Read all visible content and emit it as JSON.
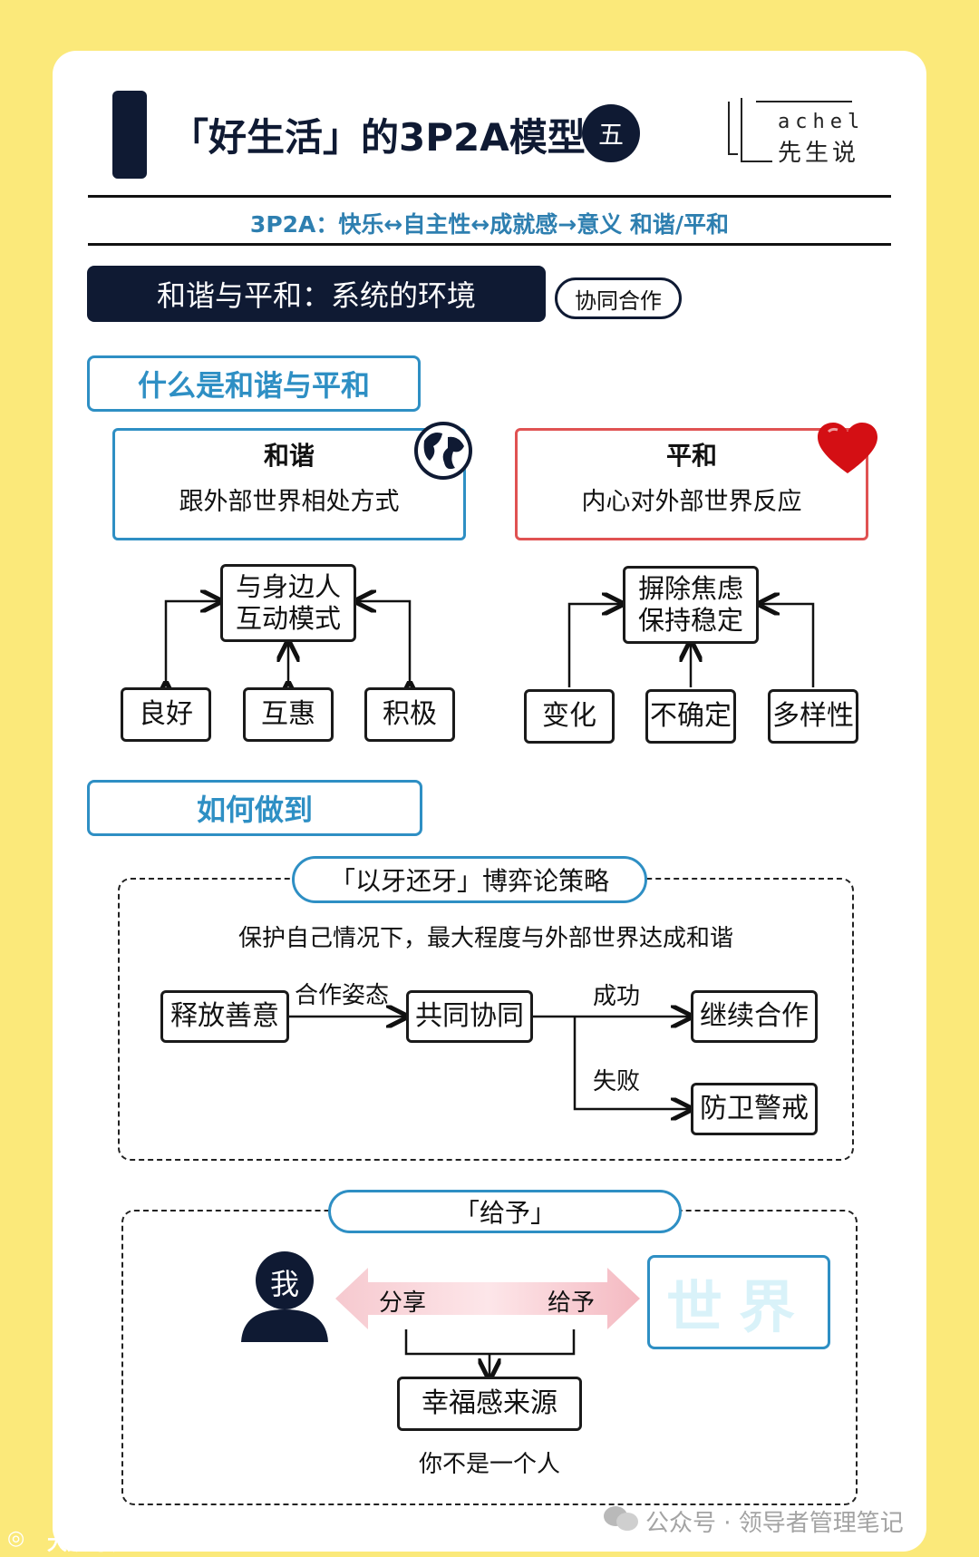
{
  "header": {
    "title": "「好生活」的3P2A模型",
    "badge": "五",
    "logo_top": "achel",
    "logo_bottom": "先生说",
    "formula": "3P2A：快乐↔自主性↔成就感→意义 和谐/平和"
  },
  "section_banner": {
    "title": "和谐与平和：系统的环境",
    "tag": "协同合作"
  },
  "what_is": {
    "heading": "什么是和谐与平和",
    "harmony": {
      "title": "和谐",
      "desc": "跟外部世界相处方式",
      "center": "与身边人\n互动模式",
      "leaves": [
        "良好",
        "互惠",
        "积极"
      ]
    },
    "peace": {
      "title": "平和",
      "desc": "内心对外部世界反应",
      "center": "摒除焦虑\n保持稳定",
      "leaves": [
        "变化",
        "不确定",
        "多样性"
      ]
    }
  },
  "how_to": {
    "heading": "如何做到",
    "game": {
      "title": "「以牙还牙」博弈论策略",
      "subtitle": "保护自己情况下，最大程度与外部世界达成和谐",
      "step1": "释放善意",
      "edge1": "合作姿态",
      "step2": "共同协同",
      "success_label": "成功",
      "success_box": "继续合作",
      "fail_label": "失败",
      "fail_box": "防卫警戒"
    },
    "giving": {
      "title": "「给予」",
      "me": "我",
      "share": "分享",
      "give": "给予",
      "world": "世界",
      "result": "幸福感来源",
      "caption": "你不是一个人"
    }
  },
  "footer": {
    "wechat": "公众号 · 领导者管理笔记",
    "watermark": "大数跨境"
  },
  "colors": {
    "background": "#fbe97a",
    "navy": "#0f1a33",
    "blue": "#2e8fc4",
    "red": "#e05252",
    "heart": "#d40f14"
  }
}
